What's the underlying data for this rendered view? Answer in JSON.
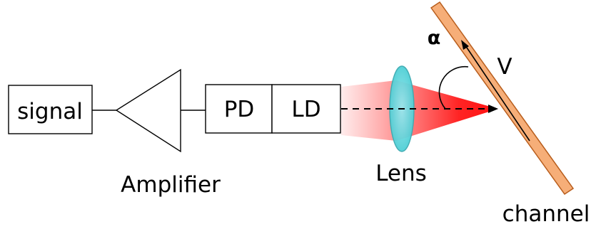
{
  "labels": {
    "signal": "signal",
    "amplifier": "Amplifier",
    "pd": "PD",
    "ld": "LD",
    "lens": "Lens",
    "channel": "channel",
    "velocity": "V",
    "angle": "α"
  },
  "colors": {
    "stroke": "#000000",
    "beam": "#ff2020",
    "lens_fill": "#5fd6dc",
    "lens_stroke": "#3aa9b0",
    "channel_fill": "#f7b07a",
    "channel_stroke": "#c0641e"
  }
}
